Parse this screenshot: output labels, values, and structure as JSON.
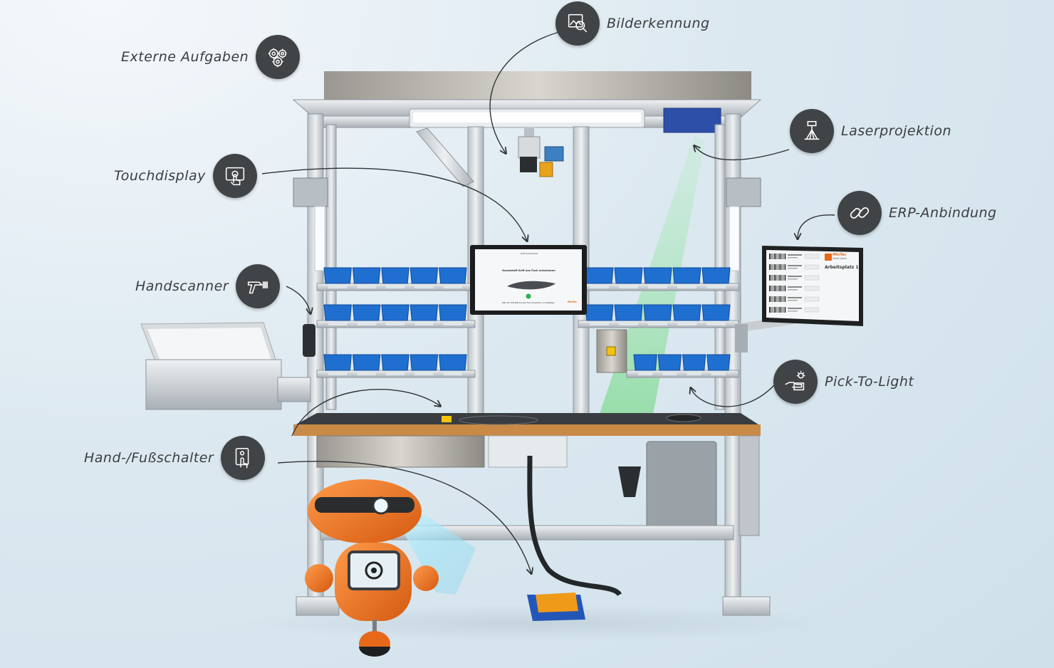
{
  "callouts": {
    "externe_aufgaben": {
      "label": "Externe Aufgaben",
      "icon": "gears-icon"
    },
    "bilderkennung": {
      "label": "Bilderkennung",
      "icon": "image-search-icon"
    },
    "laserprojektion": {
      "label": "Laserprojektion",
      "icon": "laser-icon"
    },
    "touchdisplay": {
      "label": "Touchdisplay",
      "icon": "touch-screen-icon"
    },
    "erp_anbindung": {
      "label": "ERP-Anbindung",
      "icon": "chain-link-icon"
    },
    "handscanner": {
      "label": "Handscanner",
      "icon": "barcode-scanner-icon"
    },
    "pick_to_light": {
      "label": "Pick-To-Light",
      "icon": "hand-box-light-icon"
    },
    "hand_fussschalter": {
      "label": "Hand-/Fußschalter",
      "icon": "push-button-icon"
    }
  },
  "touch_screen": {
    "header": "Griff entnehmen",
    "title": "Kunststoff-Griff aus Fach entnehmen",
    "hint": "Bitte den Griff jetzt aus dem Fach entnehmen und bestätigen",
    "brand": "MinTec"
  },
  "erp_monitor": {
    "brand": "MinTec",
    "brand_sub": "Smart Assist",
    "title": "Arbeitsplatz 1"
  },
  "colors": {
    "badge": "#414446",
    "label": "#3a3d40",
    "bin_blue": "#1f6fd0",
    "robot_orange": "#e8681a",
    "laser_green": "#7fe08a"
  }
}
